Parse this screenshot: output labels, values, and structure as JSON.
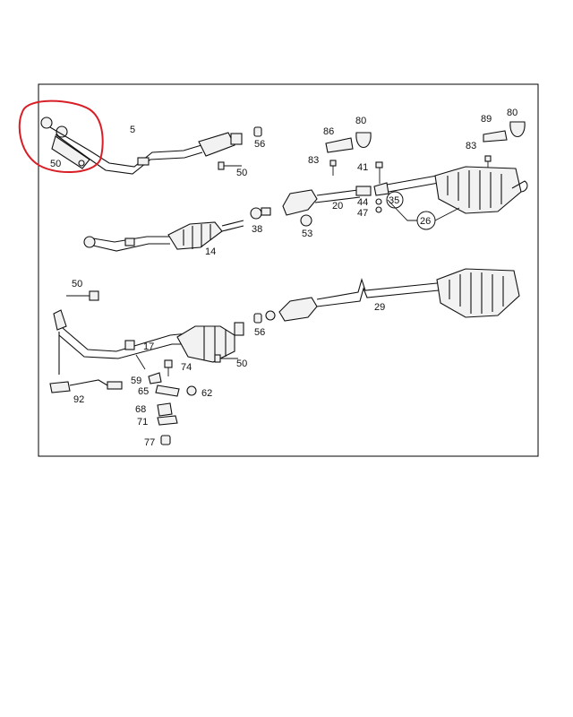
{
  "diagram": {
    "frame_color": "#000000",
    "highlight_color": "#d81f26",
    "labels": {
      "l5": "5",
      "l50a": "50",
      "l56a": "56",
      "l50b": "50",
      "l86": "86",
      "l80a": "80",
      "l83a": "83",
      "l41": "41",
      "l89": "89",
      "l80b": "80",
      "l83b": "83",
      "l20": "20",
      "l35": "35",
      "l44": "44",
      "l47": "47",
      "l26": "26",
      "l38": "38",
      "l53": "53",
      "l14": "14",
      "l50c": "50",
      "l29": "29",
      "l17": "17",
      "l56b": "56",
      "l50d": "50",
      "l92": "92",
      "l74": "74",
      "l59": "59",
      "l65": "65",
      "l62": "62",
      "l68": "68",
      "l71": "71",
      "l77": "77"
    }
  }
}
